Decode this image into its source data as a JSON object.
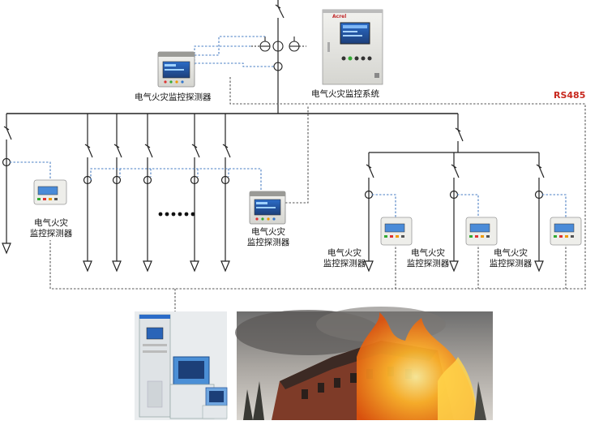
{
  "labels": {
    "detector_top": "电气火灾监控探测器",
    "system": "电气火灾监控系统",
    "rs485": "RS485",
    "detector_left_line1": "电气火灾",
    "detector_left_line2": "监控探测器",
    "detector_mid_line1": "电气火灾",
    "detector_mid_line2": "监控探测器",
    "detector_r1_line1": "电气火灾",
    "detector_r1_line2": "监控探测器",
    "detector_r2_line1": "电气火灾",
    "detector_r2_line2": "监控探测器",
    "detector_r3_line1": "电气火灾",
    "detector_r3_line2": "监控探测器"
  },
  "brand_logo": "Acrel",
  "icons": [
    "switch-icon",
    "current-transformer-icon",
    "feeder-arrow-icon",
    "detector-device-icon",
    "cabinet-icon",
    "fire-photo-icon"
  ],
  "colors": {
    "line": "#222222",
    "bus_dashed": "#555555",
    "signal_dashed": "#4a7fc4",
    "rs485": "#c8281e"
  }
}
